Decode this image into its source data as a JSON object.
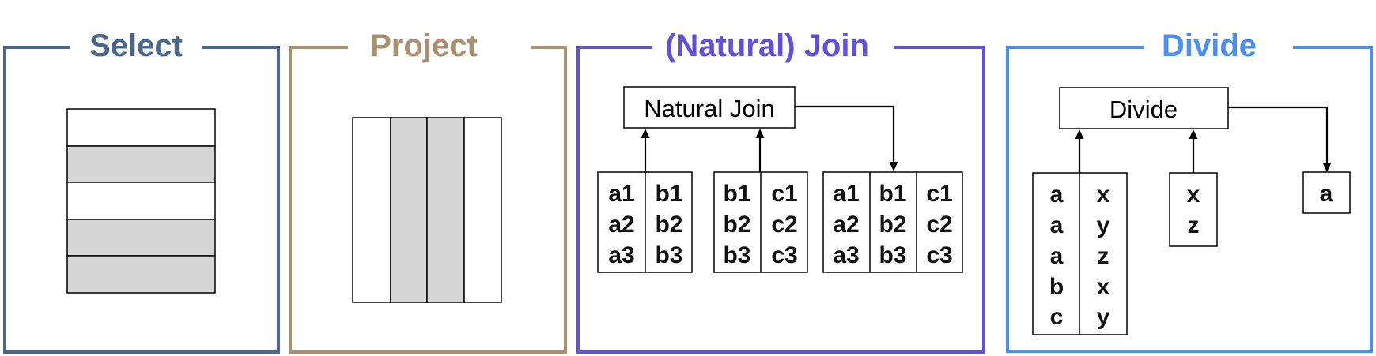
{
  "colors": {
    "select": "#4a6688",
    "project": "#a89070",
    "join": "#6150d8",
    "divide": "#4b8ff0"
  },
  "panels": {
    "select": {
      "title": "Select"
    },
    "project": {
      "title": "Project"
    },
    "join": {
      "title": "(Natural) Join",
      "operator_label": "Natural Join",
      "tables": [
        {
          "columns": [
            [
              "a1",
              "a2",
              "a3"
            ],
            [
              "b1",
              "b2",
              "b3"
            ]
          ]
        },
        {
          "columns": [
            [
              "b1",
              "b2",
              "b3"
            ],
            [
              "c1",
              "c2",
              "c3"
            ]
          ]
        },
        {
          "columns": [
            [
              "a1",
              "a2",
              "a3"
            ],
            [
              "b1",
              "b2",
              "b3"
            ],
            [
              "c1",
              "c2",
              "c3"
            ]
          ]
        }
      ]
    },
    "divide": {
      "title": "Divide",
      "operator_label": "Divide",
      "tables": [
        {
          "columns": [
            [
              "a",
              "a",
              "a",
              "b",
              "c"
            ],
            [
              "x",
              "y",
              "z",
              "x",
              "y"
            ]
          ]
        },
        {
          "columns": [
            [
              "x",
              "z"
            ]
          ]
        },
        {
          "columns": [
            [
              "a"
            ]
          ]
        }
      ]
    }
  }
}
